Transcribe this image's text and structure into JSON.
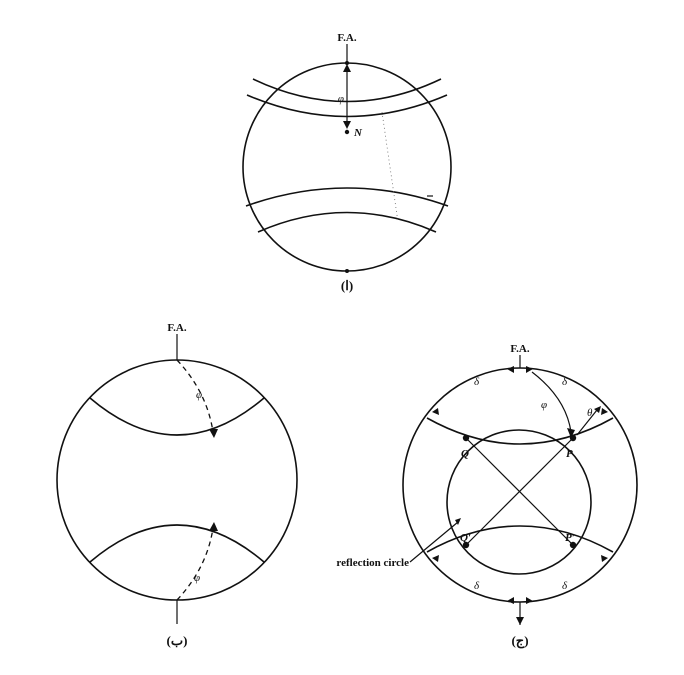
{
  "panel_a": {
    "fa_label": "F.A.",
    "phi_label": "φ",
    "n_label": "N",
    "caption": "(ا)"
  },
  "panel_b": {
    "fa_label": "F.A.",
    "phi_top_label": "φ",
    "phi_bottom_label": "φ",
    "caption": "(ب)"
  },
  "panel_c": {
    "fa_label": "F.A.",
    "phi_label": "φ",
    "theta_label": "θ",
    "delta_top_left": "δ",
    "delta_top_right": "δ",
    "delta_bottom_left": "δ",
    "delta_bottom_right": "δ",
    "q_label": "Q",
    "p_label": "P",
    "q_prime_label": "Q′",
    "p_prime_label": "P′",
    "reflection_label": "reflection circle",
    "caption": "(ج)"
  }
}
